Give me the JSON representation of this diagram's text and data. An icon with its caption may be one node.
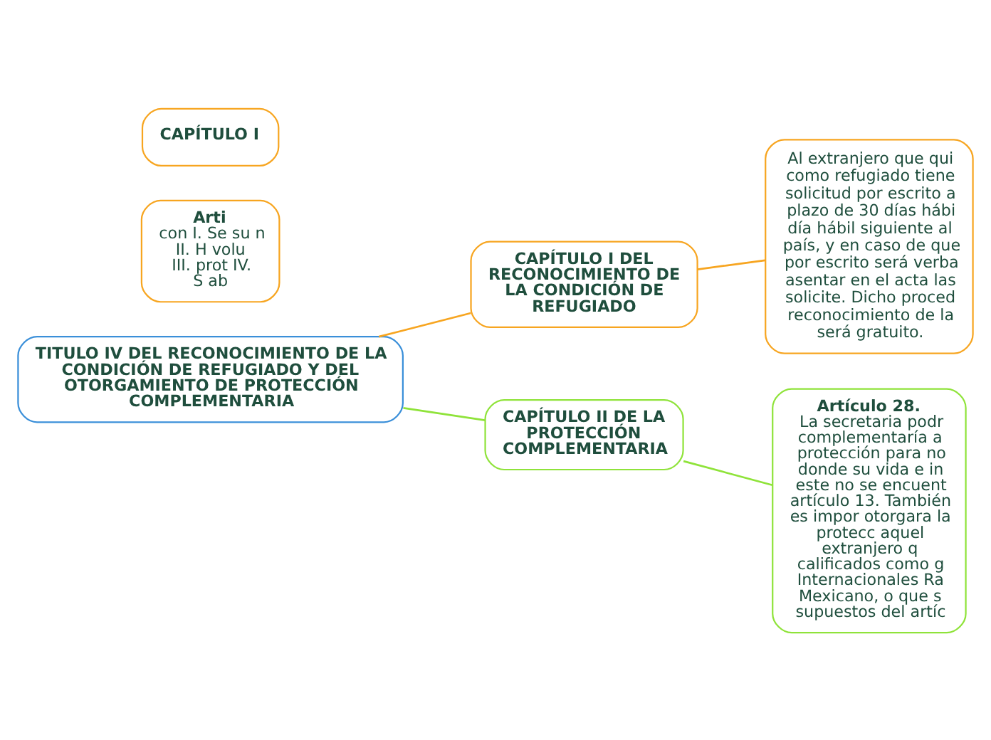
{
  "diagram": {
    "nodes": [
      {
        "text": [
          "TITULO IV DEL RECONOCIMIENTO DE LA CONDICIÓN DE REFUGIADO Y DEL OTORGAMIENTO DE PROTECCIÓN COMPLEMENTARIA"
        ]
      },
      {
        "text": [
          "CAPÍTULO I DEL RECONOCIMIENTO DE LA CONDICIÓN DE REFUGIADO"
        ]
      },
      {
        "text": [
          "Al extranjero que qui como refugiado tiene solicitud por escrito a plazo de 30 días hábi día hábil siguiente al país, y en caso de que por escrito será verba asentar en el acta las solicite. Dicho proced reconocimiento de la será gratuito."
        ]
      },
      {
        "text": [
          "CAPÍTULO II DE LA PROTECCIÓN COMPLEMENTARIA"
        ]
      },
      {
        "text": [
          "Artículo 28.",
          "La secretaria podr complementaría a protección para no donde su vida e in este no se encuent artículo 13. También es impor otorgara la protecc aquel extranjero q calificados como g Internacionales Ra Mexicano, o que s supuestos del artíc"
        ]
      },
      {
        "text": [
          "Arti",
          "con I. Se su n II. H volu III. prot IV. S ab"
        ]
      },
      {
        "text": [
          "CAPÍTULO I"
        ]
      }
    ],
    "edges": [
      {
        "from": 0,
        "to": 1,
        "arrow": "none",
        "color": "#f7a520"
      },
      {
        "from": 1,
        "to": 2,
        "arrow": "none",
        "color": "#f7a520"
      },
      {
        "from": 0,
        "to": 3,
        "arrow": "none",
        "color": "#8fe33a"
      },
      {
        "from": 3,
        "to": 4,
        "arrow": "none",
        "color": "#8fe33a"
      }
    ]
  }
}
